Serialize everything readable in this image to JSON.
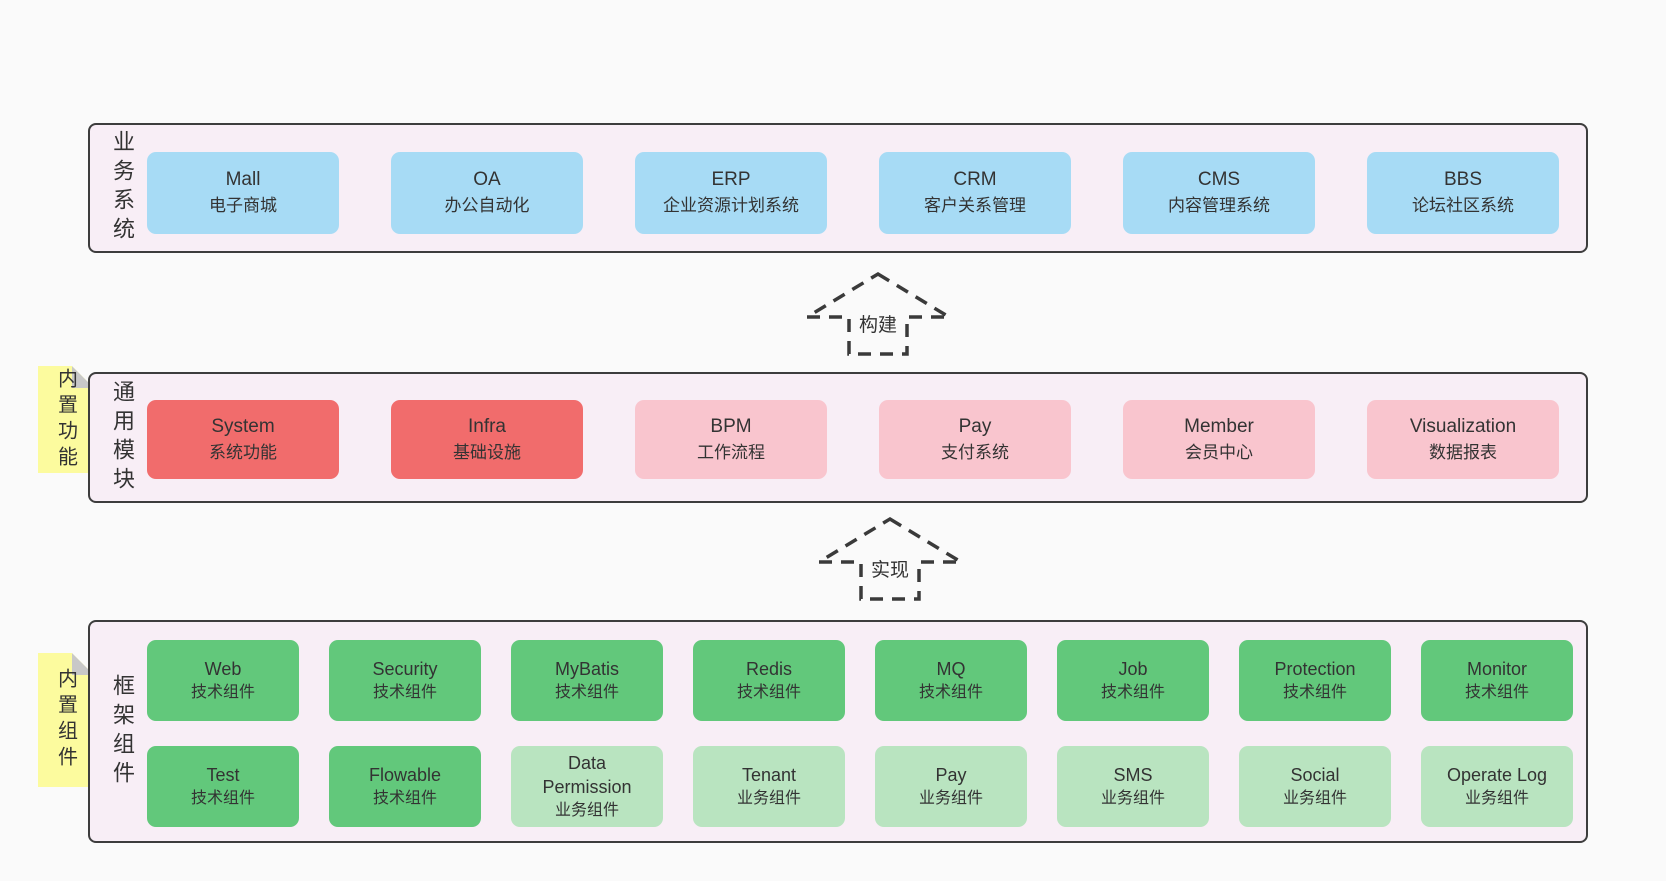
{
  "colors": {
    "page_background": "#fafafa",
    "container_background": "#f8eef6",
    "container_border": "#3d3d3d",
    "business_box": "#a7dbf5",
    "module_box_red": "#f16c6c",
    "module_box_pink": "#f9c5ce",
    "component_box_green": "#62c87b",
    "component_box_light_green": "#b9e4c0",
    "note_yellow": "#fcfb9e",
    "note_fold_gray": "#c8c8c8",
    "text": "#333333"
  },
  "layers": {
    "business": {
      "side_label": "业务系统",
      "boxes": [
        {
          "name": "Mall",
          "desc": "电子商城"
        },
        {
          "name": "OA",
          "desc": "办公自动化"
        },
        {
          "name": "ERP",
          "desc": "企业资源计划系统"
        },
        {
          "name": "CRM",
          "desc": "客户关系管理"
        },
        {
          "name": "CMS",
          "desc": "内容管理系统"
        },
        {
          "name": "BBS",
          "desc": "论坛社区系统"
        }
      ]
    },
    "modules": {
      "side_label": "通用模块",
      "note": "内置功能",
      "boxes": [
        {
          "name": "System",
          "desc": "系统功能",
          "variant": "red"
        },
        {
          "name": "Infra",
          "desc": "基础设施",
          "variant": "red"
        },
        {
          "name": "BPM",
          "desc": "工作流程",
          "variant": "pink"
        },
        {
          "name": "Pay",
          "desc": "支付系统",
          "variant": "pink"
        },
        {
          "name": "Member",
          "desc": "会员中心",
          "variant": "pink"
        },
        {
          "name": "Visualization",
          "desc": "数据报表",
          "variant": "pink"
        }
      ]
    },
    "components": {
      "side_label": "框架组件",
      "note": "内置组件",
      "row1": [
        {
          "name": "Web",
          "desc": "技术组件",
          "variant": "green"
        },
        {
          "name": "Security",
          "desc": "技术组件",
          "variant": "green"
        },
        {
          "name": "MyBatis",
          "desc": "技术组件",
          "variant": "green"
        },
        {
          "name": "Redis",
          "desc": "技术组件",
          "variant": "green"
        },
        {
          "name": "MQ",
          "desc": "技术组件",
          "variant": "green"
        },
        {
          "name": "Job",
          "desc": "技术组件",
          "variant": "green"
        },
        {
          "name": "Protection",
          "desc": "技术组件",
          "variant": "green"
        },
        {
          "name": "Monitor",
          "desc": "技术组件",
          "variant": "green"
        }
      ],
      "row2": [
        {
          "name": "Test",
          "desc": "技术组件",
          "variant": "green"
        },
        {
          "name": "Flowable",
          "desc": "技术组件",
          "variant": "green"
        },
        {
          "name": "Data Permission",
          "desc": "业务组件",
          "variant": "light-green"
        },
        {
          "name": "Tenant",
          "desc": "业务组件",
          "variant": "light-green"
        },
        {
          "name": "Pay",
          "desc": "业务组件",
          "variant": "light-green"
        },
        {
          "name": "SMS",
          "desc": "业务组件",
          "variant": "light-green"
        },
        {
          "name": "Social",
          "desc": "业务组件",
          "variant": "light-green"
        },
        {
          "name": "Operate Log",
          "desc": "业务组件",
          "variant": "light-green"
        }
      ]
    }
  },
  "arrows": {
    "build": "构建",
    "implement": "实现"
  }
}
